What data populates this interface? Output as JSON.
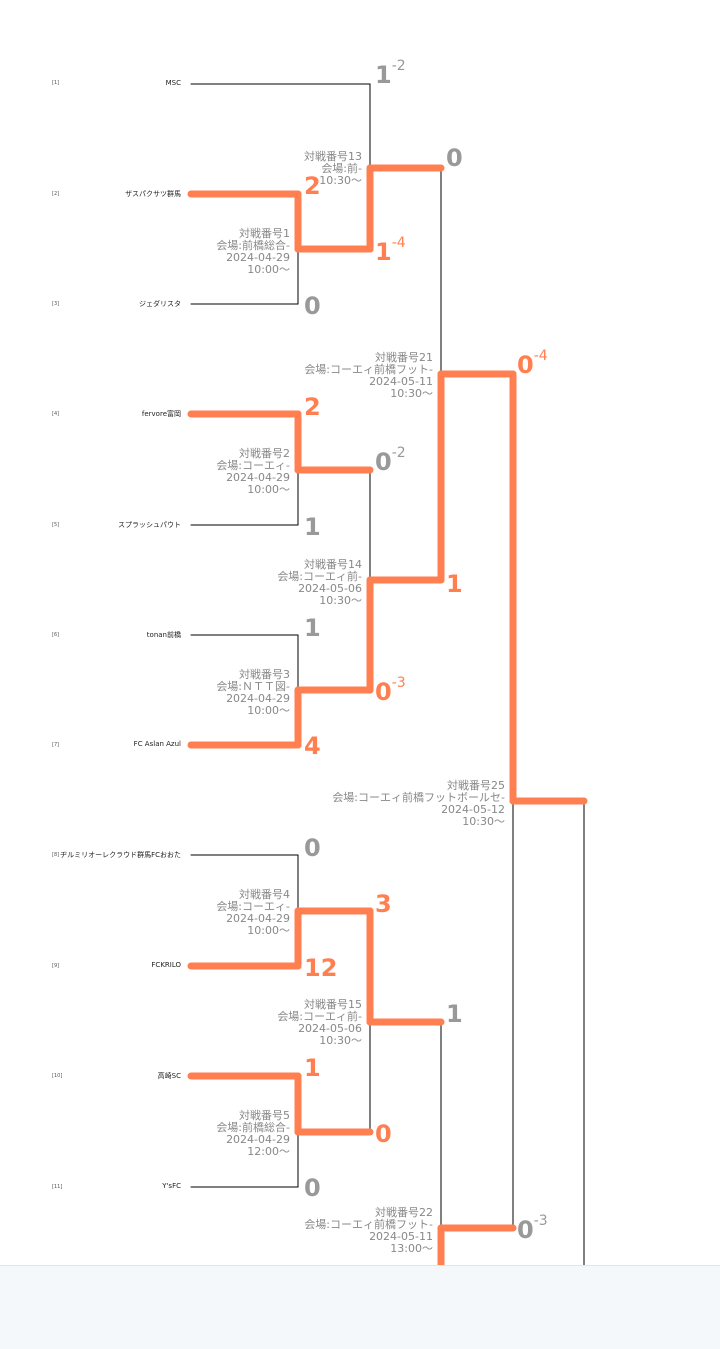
{
  "colors": {
    "winner": "#ff7f50",
    "loser": "#999999",
    "line": "#000000"
  },
  "teams": [
    {
      "seed": "[1]",
      "name": "MSC"
    },
    {
      "seed": "[2]",
      "name": "ザスパクサツ群馬"
    },
    {
      "seed": "[3]",
      "name": "ジェダリスタ"
    },
    {
      "seed": "[4]",
      "name": "fervore富岡"
    },
    {
      "seed": "[5]",
      "name": "スプラッシュパウト"
    },
    {
      "seed": "[6]",
      "name": "tonan前橋"
    },
    {
      "seed": "[7]",
      "name": "FC Aslan Azul"
    },
    {
      "seed": "[8]",
      "name": "ヂルミリオーレクラウド群馬FCおおた"
    },
    {
      "seed": "[9]",
      "name": "FCKRILO"
    },
    {
      "seed": "[10]",
      "name": "高崎SC"
    },
    {
      "seed": "[11]",
      "name": "Y'sFC"
    }
  ],
  "scores": [
    {
      "value": "1",
      "pk": "-2",
      "win": false
    },
    {
      "value": "0",
      "pk": "",
      "win": false
    },
    {
      "value": "2",
      "pk": "",
      "win": true
    },
    {
      "value": "1",
      "pk": "-4",
      "win": true
    },
    {
      "value": "0",
      "pk": "",
      "win": false
    },
    {
      "value": "0",
      "pk": "-4",
      "win": true
    },
    {
      "value": "2",
      "pk": "",
      "win": true
    },
    {
      "value": "0",
      "pk": "-2",
      "win": false
    },
    {
      "value": "1",
      "pk": "",
      "win": false
    },
    {
      "value": "1",
      "pk": "",
      "win": true
    },
    {
      "value": "1",
      "pk": "",
      "win": false
    },
    {
      "value": "0",
      "pk": "-3",
      "win": true
    },
    {
      "value": "4",
      "pk": "",
      "win": true
    },
    {
      "value": "0",
      "pk": "",
      "win": false
    },
    {
      "value": "3",
      "pk": "",
      "win": true
    },
    {
      "value": "12",
      "pk": "",
      "win": true
    },
    {
      "value": "1",
      "pk": "",
      "win": false
    },
    {
      "value": "1",
      "pk": "",
      "win": true
    },
    {
      "value": "0",
      "pk": "",
      "win": true
    },
    {
      "value": "0",
      "pk": "",
      "win": false
    },
    {
      "value": "0",
      "pk": "-3",
      "win": false
    }
  ],
  "matches": [
    {
      "no": "対戦番号13",
      "venue": "会場:前-",
      "date": "",
      "time": "10:30〜"
    },
    {
      "no": "対戦番号1",
      "venue": "会場:前橋総合-",
      "date": "2024-04-29",
      "time": "10:00〜"
    },
    {
      "no": "対戦番号21",
      "venue": "会場:コーエィ前橋フット-",
      "date": "2024-05-11",
      "time": "10:30〜"
    },
    {
      "no": "対戦番号2",
      "venue": "会場:コーエィ-",
      "date": "2024-04-29",
      "time": "10:00〜"
    },
    {
      "no": "対戦番号14",
      "venue": "会場:コーエィ前-",
      "date": "2024-05-06",
      "time": "10:30〜"
    },
    {
      "no": "対戦番号3",
      "venue": "会場:ＮＴＴ図-",
      "date": "2024-04-29",
      "time": "10:00〜"
    },
    {
      "no": "対戦番号25",
      "venue": "会場:コーエィ前橋フットボールセ-",
      "date": "2024-05-12",
      "time": "10:30〜"
    },
    {
      "no": "対戦番号4",
      "venue": "会場:コーエィ-",
      "date": "2024-04-29",
      "time": "10:00〜"
    },
    {
      "no": "対戦番号15",
      "venue": "会場:コーエィ前-",
      "date": "2024-05-06",
      "time": "10:30〜"
    },
    {
      "no": "対戦番号5",
      "venue": "会場:前橋総合-",
      "date": "2024-04-29",
      "time": "12:00〜"
    },
    {
      "no": "対戦番号22",
      "venue": "会場:コーエィ前橋フット-",
      "date": "2024-05-11",
      "time": "13:00〜"
    }
  ]
}
